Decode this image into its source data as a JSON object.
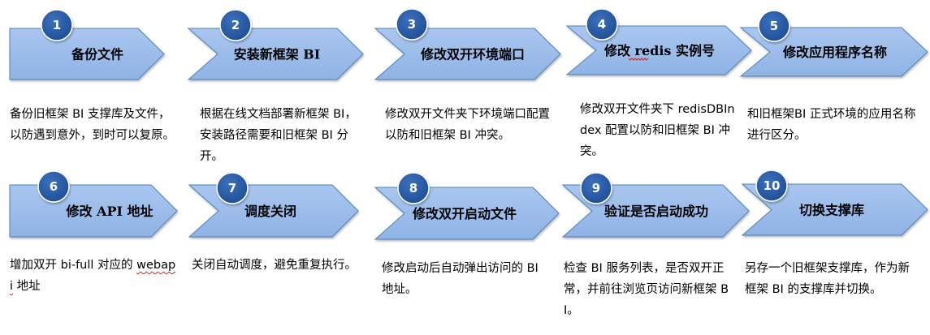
{
  "steps": [
    {
      "number": "1",
      "title": "备份文件",
      "description": "备份旧框架 BI 支撑库及文件，以防遇到意外，到时可以复原。"
    },
    {
      "number": "2",
      "title": "安装新框架 BI",
      "description": "根据在线文档部署新框架 BI，安装路径需要和旧框架 BI 分开。"
    },
    {
      "number": "3",
      "title": "修改双开环境端口",
      "description": "修改双开文件夹下环境端口配置以防和旧框架 BI 冲突。"
    },
    {
      "number": "4",
      "title": "修改 redis 实例号",
      "description": "修改双开文件夹下 redisDBIndex 配置以防和旧框架 BI 冲突。"
    },
    {
      "number": "5",
      "title": "修改应用程序名称",
      "description": "和旧框架BI 正式环境的应用名称进行区分。"
    },
    {
      "number": "6",
      "title": "修改 API 地址",
      "description": "增加双开 bi-full 对应的 webapi 地址"
    },
    {
      "number": "7",
      "title": "调度关闭",
      "description": "关闭自动调度，避免重复执行。"
    },
    {
      "number": "8",
      "title": "修改双开启动文件",
      "description": "修改启动后自动弹出访问的 BI 地址。"
    },
    {
      "number": "9",
      "title": "验证是否启动成功",
      "description": "检查 BI 服务列表，是否双开正常，并前往浏览页访问新框架 BI。"
    },
    {
      "number": "10",
      "title": "切换支撑库",
      "description": "另存一个旧框架支撑库，作为新框架 BI 的支撑库并切换。"
    }
  ],
  "colors": {
    "chevron_fill": "#9bbcea",
    "chevron_stroke": "#4f81bd",
    "circle_fill": "#2b5ea7",
    "circle_text": "#ffffff"
  }
}
